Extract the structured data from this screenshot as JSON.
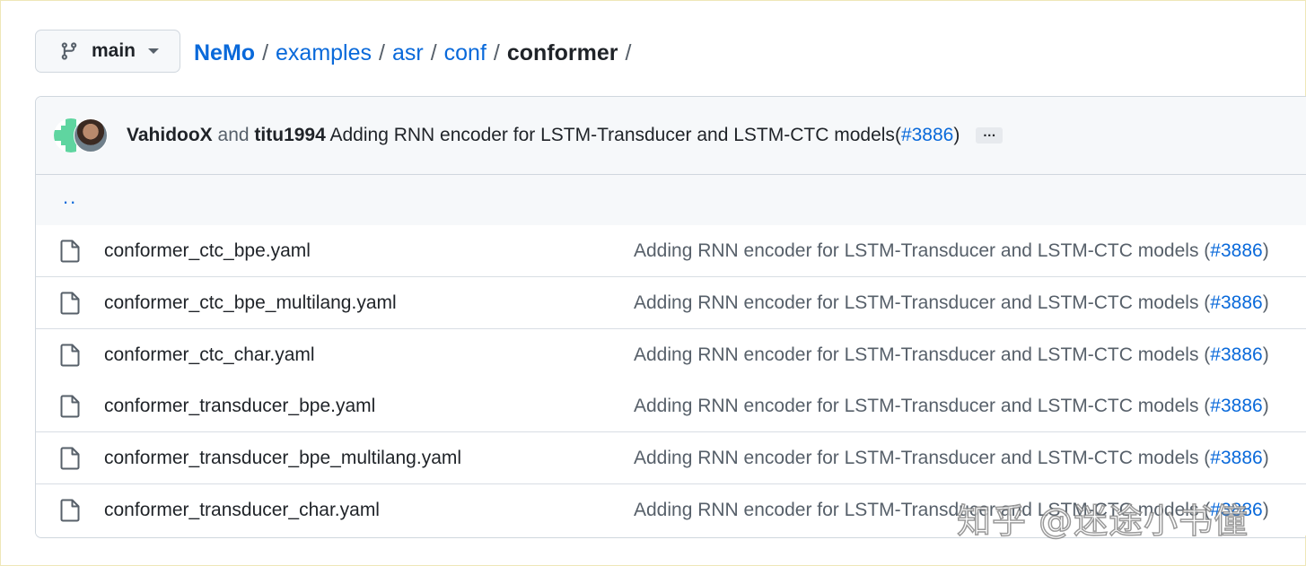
{
  "branch": {
    "name": "main",
    "icon": "git-branch-icon"
  },
  "breadcrumb": {
    "root": "NeMo",
    "segments": [
      "examples",
      "asr",
      "conf"
    ],
    "current": "conformer",
    "separator": "/"
  },
  "commit": {
    "author1": "VahidooX",
    "conjunction": "and",
    "author2": "titu1994",
    "message": "Adding RNN encoder for LSTM-Transducer and LSTM-CTC models",
    "open_paren": "(",
    "issue": "#3886",
    "close_paren": ")",
    "more": "…"
  },
  "parent_link": "..",
  "files": [
    {
      "name": "conformer_ctc_bpe.yaml",
      "message": "Adding RNN encoder for LSTM-Transducer and LSTM-CTC models (",
      "issue": "#3886",
      "close": ")"
    },
    {
      "name": "conformer_ctc_bpe_multilang.yaml",
      "message": "Adding RNN encoder for LSTM-Transducer and LSTM-CTC models (",
      "issue": "#3886",
      "close": ")"
    },
    {
      "name": "conformer_ctc_char.yaml",
      "message": "Adding RNN encoder for LSTM-Transducer and LSTM-CTC models (",
      "issue": "#3886",
      "close": ")"
    },
    {
      "name": "conformer_transducer_bpe.yaml",
      "message": "Adding RNN encoder for LSTM-Transducer and LSTM-CTC models (",
      "issue": "#3886",
      "close": ")"
    },
    {
      "name": "conformer_transducer_bpe_multilang.yaml",
      "message": "Adding RNN encoder for LSTM-Transducer and LSTM-CTC models (",
      "issue": "#3886",
      "close": ")"
    },
    {
      "name": "conformer_transducer_char.yaml",
      "message": "Adding RNN encoder for LSTM-Transducer and LSTM-CTC models (",
      "issue": "#3886",
      "close": ")"
    }
  ],
  "watermark": "知乎 @迷途小书僮",
  "colors": {
    "link": "#0969da",
    "muted": "#57606a",
    "border": "#d0d7de",
    "header_bg": "#f6f8fa"
  }
}
